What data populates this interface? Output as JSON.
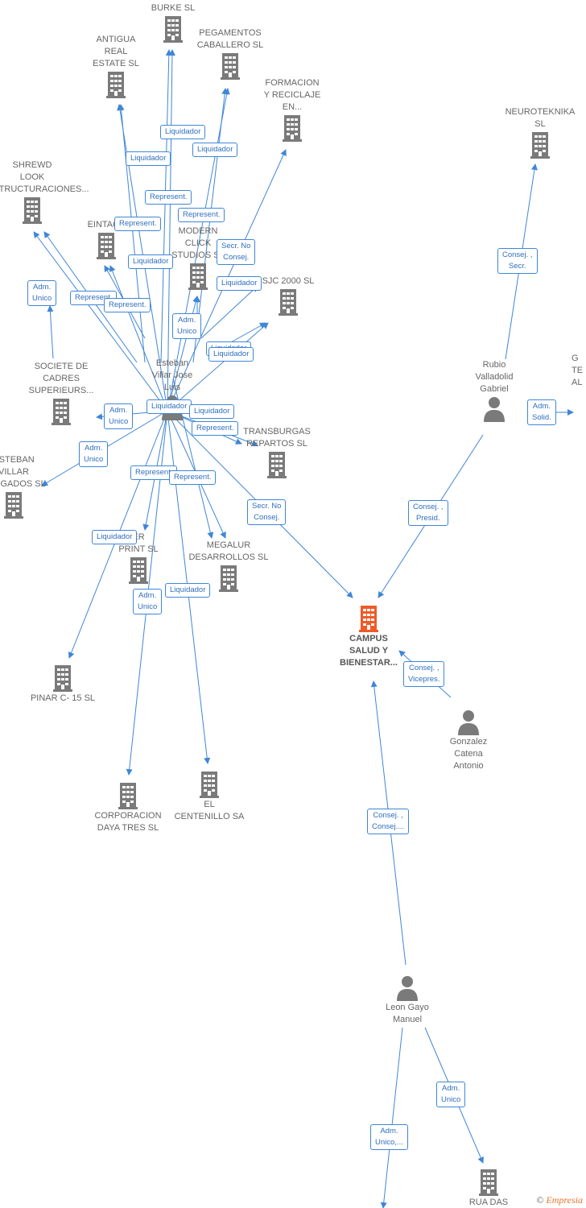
{
  "nodes": {
    "immobiliarias_burke": {
      "label": "INMOBILIARIAS\nBURKE SL"
    },
    "antigua_real_estate": {
      "label": "ANTIGUA\nREAL\nESTATE SL"
    },
    "pegamentos_caballero": {
      "label": "PEGAMENTOS\nCABALLERO  SL"
    },
    "formacion_reciclaje": {
      "label": "FORMACION\nY RECICLAJE\nEN..."
    },
    "neuroteknika": {
      "label": "NEUROTEKNIKA\nSL"
    },
    "shrewd_look": {
      "label": "SHREWD\nLOOK\nESTRUCTURACIONES..."
    },
    "eintaca": {
      "label": "EINTACA"
    },
    "modern_click": {
      "label": "MODERN\nCLICK\nSTUDIOS  SL"
    },
    "sjc_2000": {
      "label": "SJC 2000 SL"
    },
    "esteban_villar": {
      "label": "Esteban\nVillar Jose\nLuis"
    },
    "societe_cadres": {
      "label": "SOCIETE DE\nCADRES\nSUPERIEURS..."
    },
    "esteban_villar_abogados": {
      "label": "ESTEBAN\nVILLAR\nABOGADOS SL"
    },
    "transburgas": {
      "label": "TRANSBURGAS\nREPARTOS  SL"
    },
    "rubio_valladolid": {
      "label": "Rubio\nValladolid\nGabriel"
    },
    "g_te_al": {
      "label": "G\nTE\nAL"
    },
    "er_print": {
      "label": "ER\nPRINT SL"
    },
    "megalur": {
      "label": "MEGALUR\nDESARROLLOS SL"
    },
    "campus_salud": {
      "label": "CAMPUS\nSALUD Y\nBIENESTAR..."
    },
    "pinar_c15": {
      "label": "PINAR C- 15 SL"
    },
    "gonzalez_catena": {
      "label": "Gonzalez\nCatena\nAntonio"
    },
    "corporacion_daya": {
      "label": "CORPORACION\nDAYA TRES SL"
    },
    "el_centenillo": {
      "label": "EL\nCENTENILLO SA"
    },
    "leon_gayo": {
      "label": "Leon Gayo\nManuel"
    },
    "rua_das": {
      "label": "RUA DAS"
    }
  },
  "badges": {
    "b_liq_1": "Liquidador",
    "b_liq_2": "Liquidador",
    "b_liq_3": "Liquidador",
    "b_rep_1": "Represent.",
    "b_rep_2": "Represent.",
    "b_rep_3": "Represent.",
    "b_liq_4": "Liquidador",
    "b_secr_1": "Secr.  No\nConsej.",
    "b_liq_5": "Liquidador",
    "b_adm_1": "Adm.\nUnico",
    "b_rep_4": "Represent.",
    "b_rep_5": "Represent.",
    "b_adm_2": "Adm.\nUnico",
    "b_liq_6": "Liquidador",
    "b_liq_7": "Liquidador",
    "b_liq_8": "Liquidador",
    "b_adm_3": "Adm.\nUnico",
    "b_rep_6": "Represent.",
    "b_adm_4": "Adm.\nUnico",
    "b_rep_7": "Represent.",
    "b_rep_8": "Represent.",
    "b_liq_9": "Liquidador",
    "b_secr_2": "Secr.  No\nConsej.",
    "b_adm_5": "Adm.\nUnico",
    "b_liq_10": "Liquidador",
    "b_consej_secr": "Consej. ,\nSecr.",
    "b_adm_solid": "Adm.\nSolid.",
    "b_consej_presid": "Consej. ,\nPresid.",
    "b_consej_vicepres": "Consej. ,\nVicepres.",
    "b_consej_consej": "Consej. ,\nConsej....",
    "b_adm_6": "Adm.\nUnico",
    "b_adm_7": "Adm.\nUnico,..."
  },
  "watermark": {
    "symbol": "©",
    "brand": "Empresia"
  },
  "colors": {
    "edge": "#3f86d6",
    "node_gray": "#7a7a7a",
    "focus": "#f05a28"
  }
}
